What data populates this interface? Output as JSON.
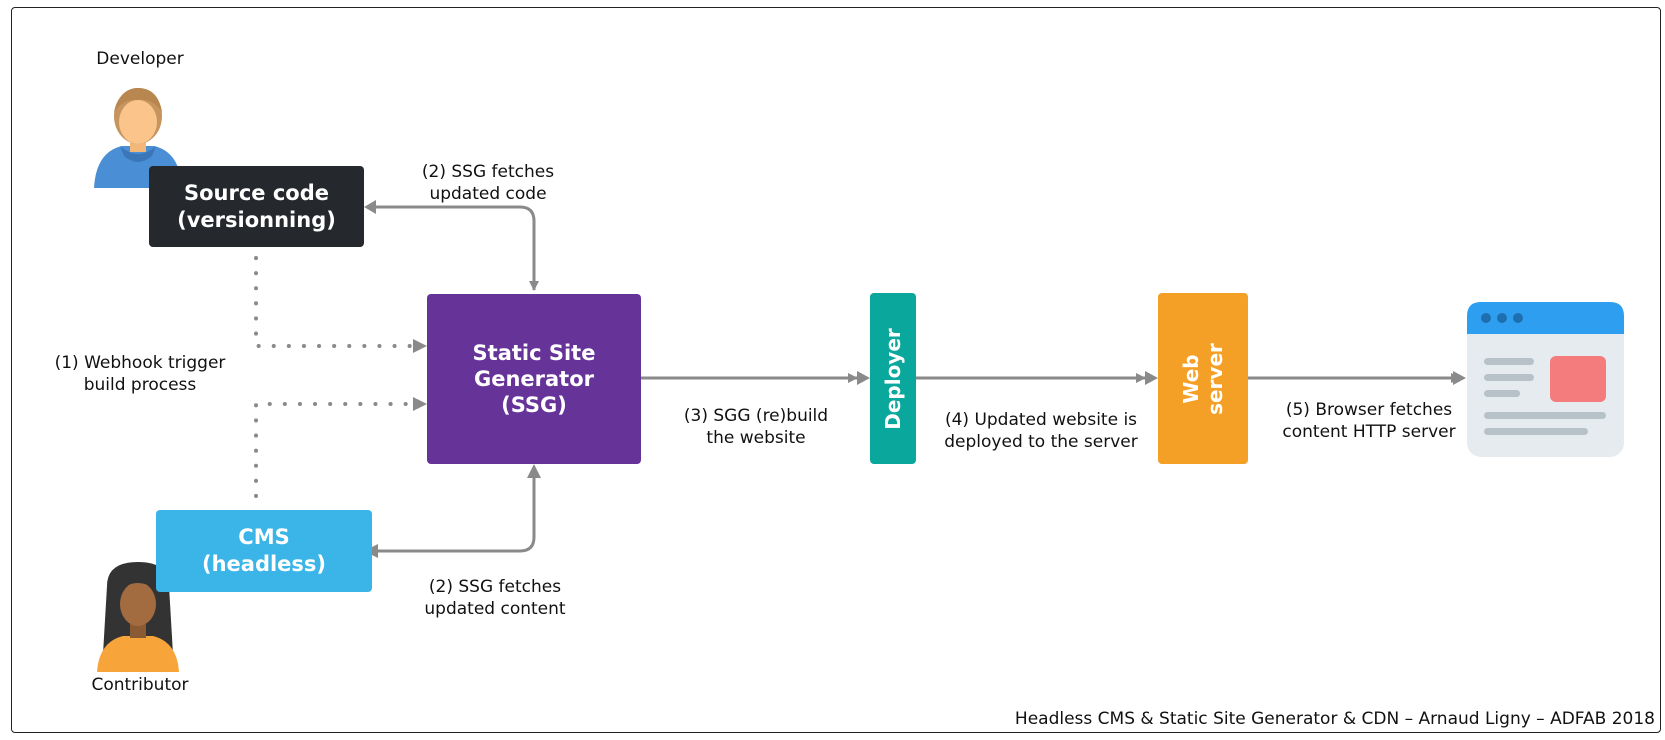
{
  "actors": {
    "developer": "Developer",
    "contributor": "Contributor"
  },
  "nodes": {
    "source_code": {
      "label": "Source code\n(versionning)",
      "color": "#25292d"
    },
    "ssg": {
      "label": "Static Site\nGenerator\n(SSG)",
      "color": "#663399"
    },
    "cms": {
      "label": "CMS\n(headless)",
      "color": "#3bb4e8"
    },
    "deployer": {
      "label": "Deployer",
      "color": "#0aa89c"
    },
    "web_server": {
      "label": "Web server",
      "color": "#f4a026"
    },
    "browser": {
      "header_color": "#2d9ef0",
      "body_color": "#e6ebef",
      "card_color": "#f47c7c",
      "line_color": "#b7c2c8"
    }
  },
  "edges": {
    "webhook": "(1) Webhook trigger\nbuild process",
    "fetch_code": "(2) SSG fetches\nupdated code",
    "fetch_content": "(2) SSG fetches\nupdated content",
    "build": "(3) SGG (re)build\nthe website",
    "deploy": "(4) Updated website is\ndeployed to the server",
    "browser_fetch": "(5) Browser fetches\ncontent HTTP server"
  },
  "credit": "Headless CMS & Static Site Generator & CDN – Arnaud Ligny – ADFAB 2018",
  "colors": {
    "arrow": "#8a8a8a",
    "dots": "#8a8a8a"
  }
}
